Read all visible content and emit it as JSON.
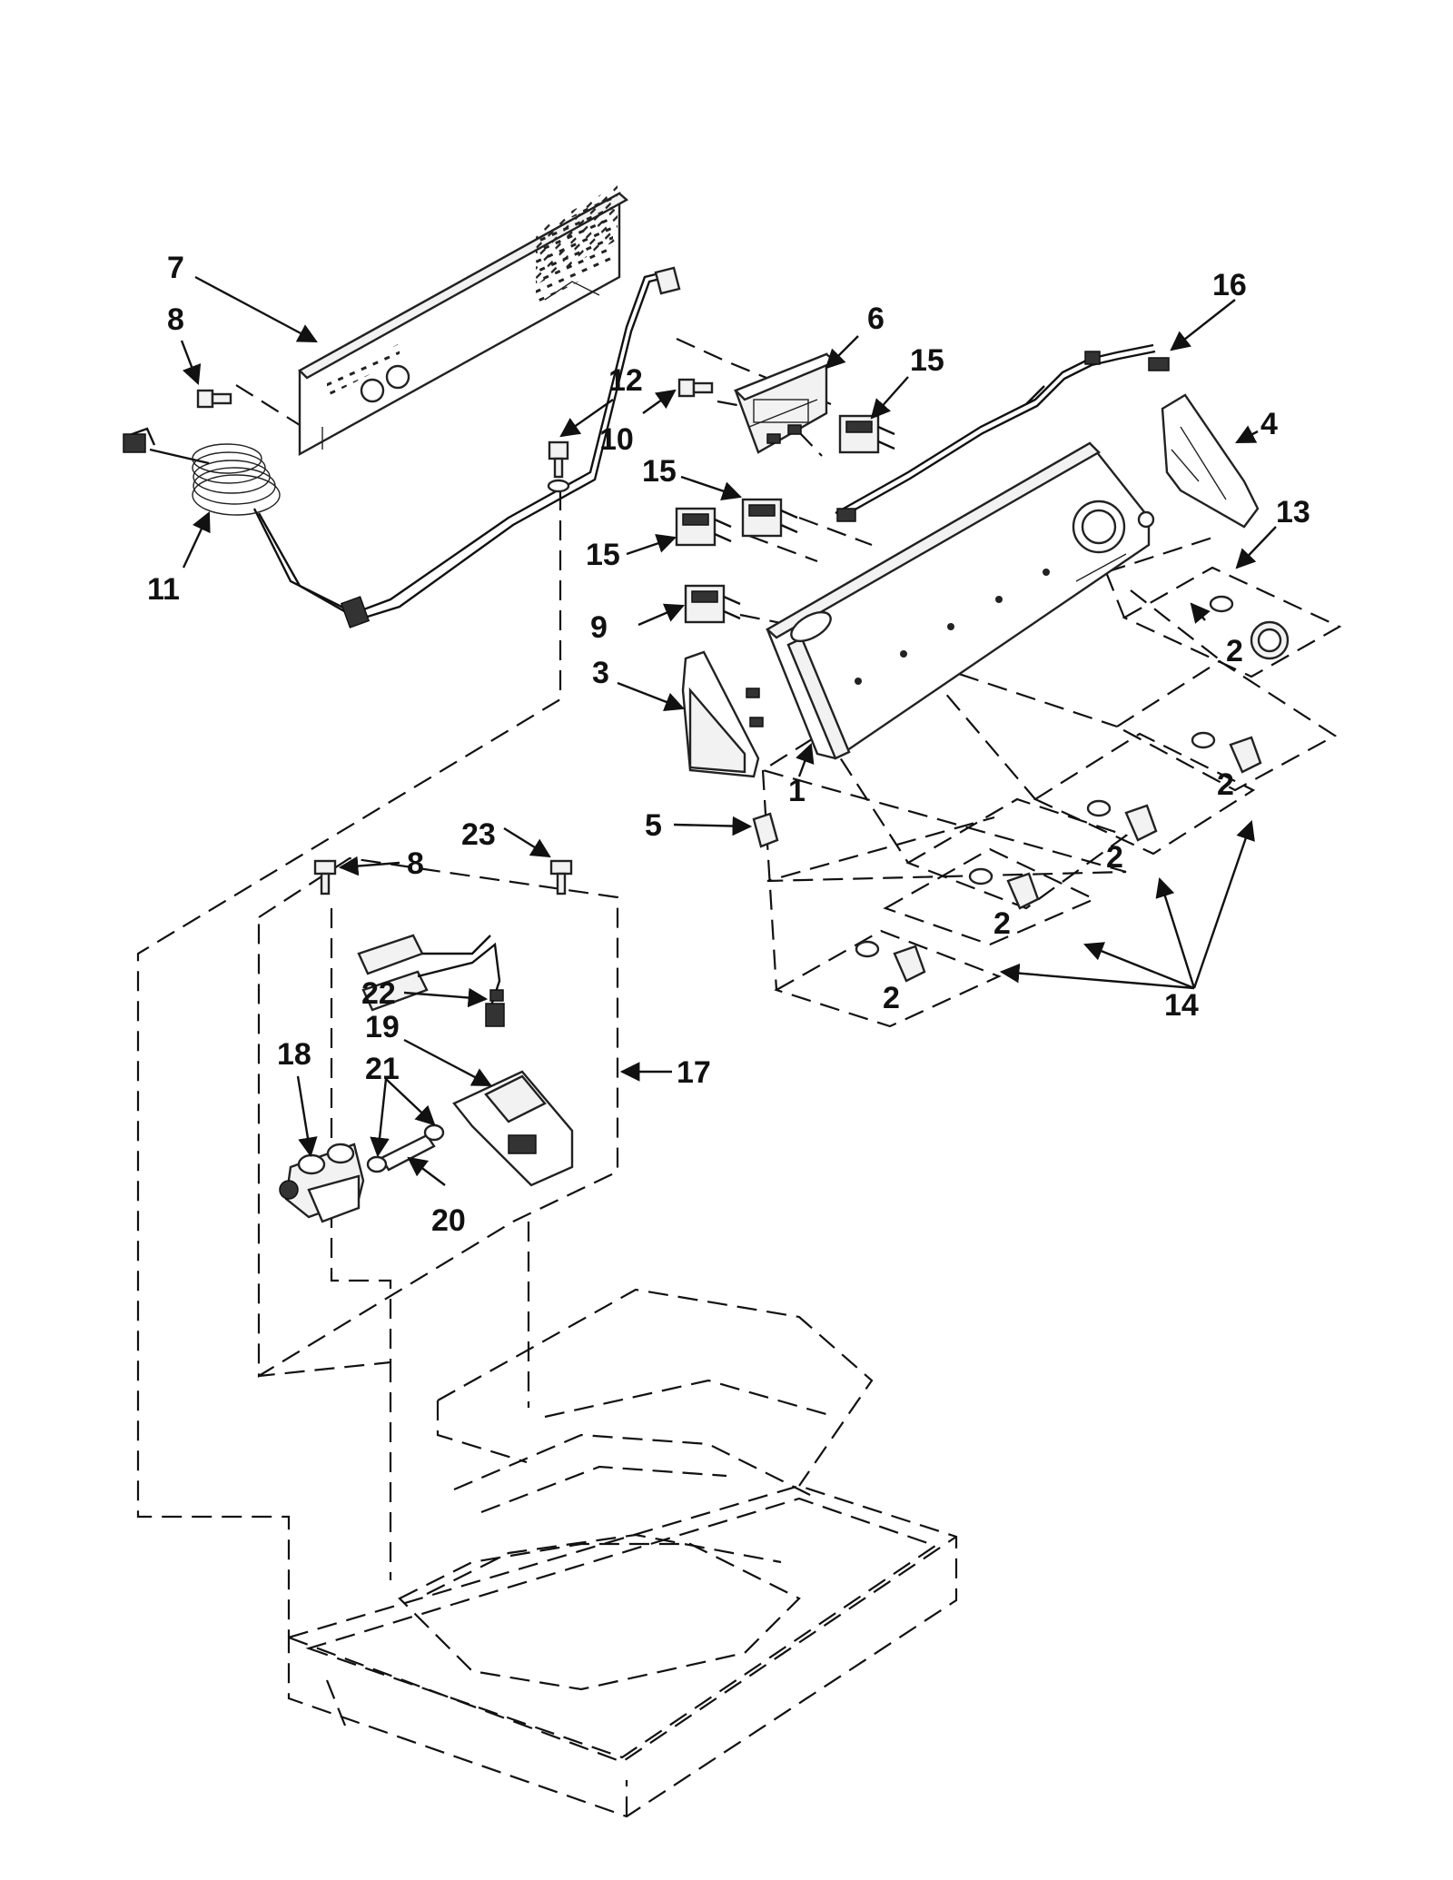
{
  "callouts": [
    {
      "id": "c1",
      "text": "1"
    },
    {
      "id": "c2a",
      "text": "2"
    },
    {
      "id": "c2b",
      "text": "2"
    },
    {
      "id": "c2c",
      "text": "2"
    },
    {
      "id": "c2d",
      "text": "2"
    },
    {
      "id": "c2e",
      "text": "2"
    },
    {
      "id": "c2f",
      "text": "2"
    },
    {
      "id": "c3",
      "text": "3"
    },
    {
      "id": "c4",
      "text": "4"
    },
    {
      "id": "c5",
      "text": "5"
    },
    {
      "id": "c6",
      "text": "6"
    },
    {
      "id": "c7",
      "text": "7"
    },
    {
      "id": "c8a",
      "text": "8"
    },
    {
      "id": "c8b",
      "text": "8"
    },
    {
      "id": "c9",
      "text": "9"
    },
    {
      "id": "c10",
      "text": "10"
    },
    {
      "id": "c11",
      "text": "11"
    },
    {
      "id": "c12",
      "text": "12"
    },
    {
      "id": "c13",
      "text": "13"
    },
    {
      "id": "c14",
      "text": "14"
    },
    {
      "id": "c15a",
      "text": "15"
    },
    {
      "id": "c15b",
      "text": "15"
    },
    {
      "id": "c15c",
      "text": "15"
    },
    {
      "id": "c16",
      "text": "16"
    },
    {
      "id": "c17",
      "text": "17"
    },
    {
      "id": "c18",
      "text": "18"
    },
    {
      "id": "c19",
      "text": "19"
    },
    {
      "id": "c20",
      "text": "20"
    },
    {
      "id": "c21",
      "text": "21"
    },
    {
      "id": "c22",
      "text": "22"
    },
    {
      "id": "c23",
      "text": "23"
    }
  ]
}
